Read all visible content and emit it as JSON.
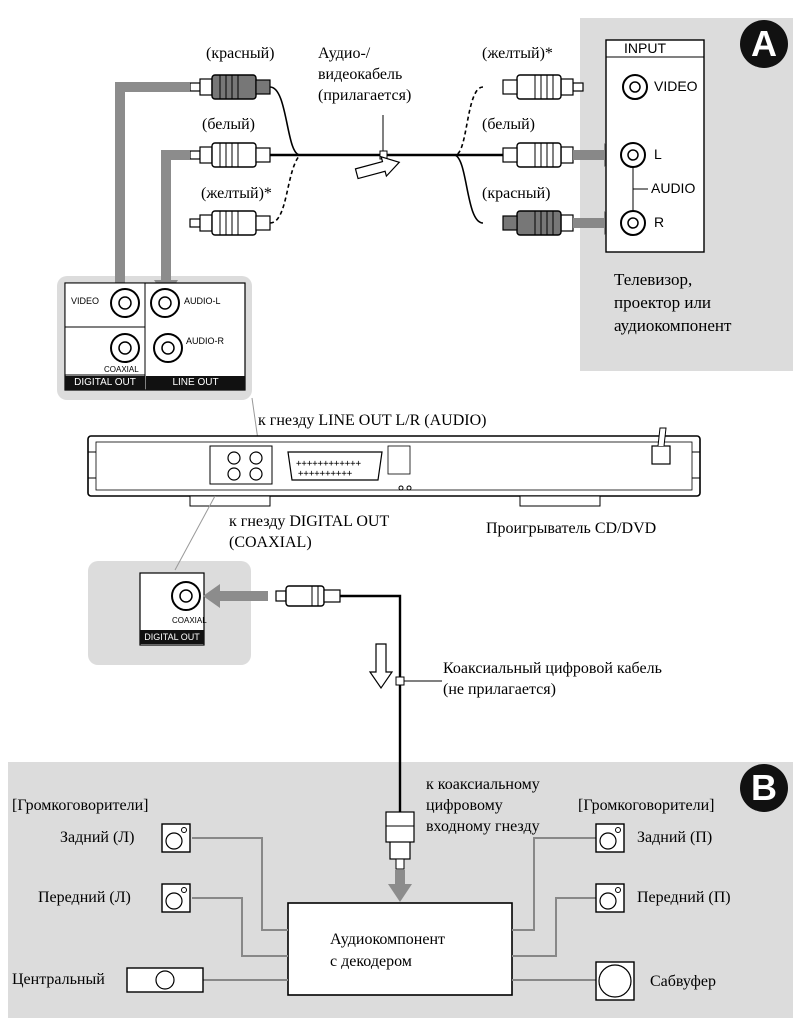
{
  "panel_a": {
    "badge": "A",
    "input_box": {
      "title": "INPUT",
      "video": "VIDEO",
      "audio": "AUDIO",
      "l": "L",
      "r": "R"
    },
    "device_label": [
      "Телевизор,",
      "проектор или",
      "аудиокомпонент"
    ]
  },
  "cable": {
    "left_plugs": [
      "(красный)",
      "(белый)",
      "(желтый)*"
    ],
    "right_plugs": [
      "(желтый)*",
      "(белый)",
      "(красный)"
    ],
    "name": [
      "Аудио-/",
      "видеокабель",
      "(прилагается)"
    ]
  },
  "jack_panel": {
    "video": "VIDEO",
    "audio_l": "AUDIO-L",
    "audio_r": "AUDIO-R",
    "coaxial": "COAXIAL",
    "digital_out": "DIGITAL OUT",
    "line_out": "LINE OUT"
  },
  "player": {
    "line_out_caption": "к гнезду LINE OUT L/R (AUDIO)",
    "digital_out_caption": [
      "к гнезду DIGITAL OUT",
      "(COAXIAL)"
    ],
    "name": "Проигрыватель CD/DVD"
  },
  "coax_zoom": {
    "coaxial": "COAXIAL",
    "digital_out": "DIGITAL OUT"
  },
  "coax_cable": [
    "Коаксиальный цифровой кабель",
    "(не прилагается)"
  ],
  "panel_b": {
    "badge": "B",
    "speakers_left_title": "[Громкоговорители]",
    "speakers_right_title": "[Громкоговорители]",
    "rear_left": "Задний (Л)",
    "front_left": "Передний (Л)",
    "center": "Центральный",
    "rear_right": "Задний (П)",
    "front_right": "Передний (П)",
    "subwoofer": "Сабвуфер",
    "receiver": [
      "Аудиокомпонент",
      "с декодером"
    ],
    "input_caption": [
      "к коаксиальному",
      "цифровому",
      "входному гнезду"
    ]
  }
}
